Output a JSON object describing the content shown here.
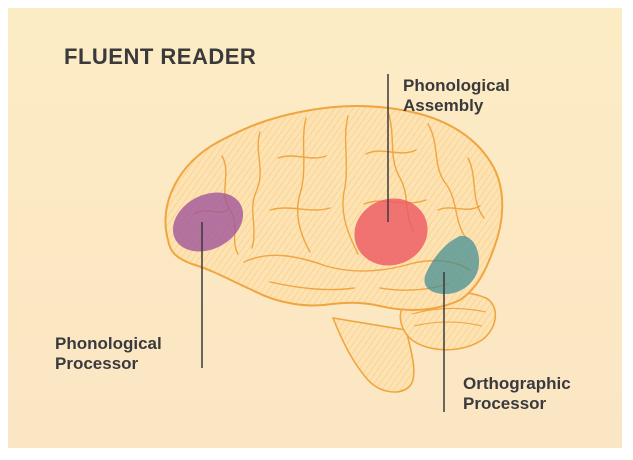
{
  "title": "FLUENT READER",
  "colors": {
    "background_top": "#fcecc4",
    "background_bottom": "#fbe6c3",
    "brain_line": "#f0a540",
    "brain_fill": "#fde2b2",
    "phonological_processor": "#a0569a",
    "phonological_assembly": "#ec5862",
    "orthographic_processor": "#3e8d93",
    "leader_line": "#3a3a3d",
    "text": "#3a3a3d"
  },
  "regions": [
    {
      "id": "phonological_processor",
      "label_lines": [
        "Phonological",
        "Processor"
      ]
    },
    {
      "id": "phonological_assembly",
      "label_lines": [
        "Phonological",
        "Assembly"
      ]
    },
    {
      "id": "orthographic_processor",
      "label_lines": [
        "Orthographic",
        "Processor"
      ]
    }
  ]
}
